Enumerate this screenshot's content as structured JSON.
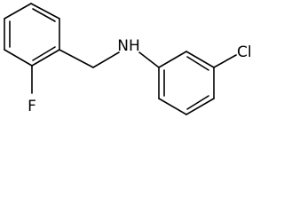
{
  "molecule": {
    "atoms": {
      "nitrogen": "N",
      "hydrogen": "H",
      "fluorine": "F",
      "chlorine": "Cl"
    }
  },
  "colors": {
    "bond": "#000000",
    "label": "#000000",
    "background": "#ffffff"
  }
}
